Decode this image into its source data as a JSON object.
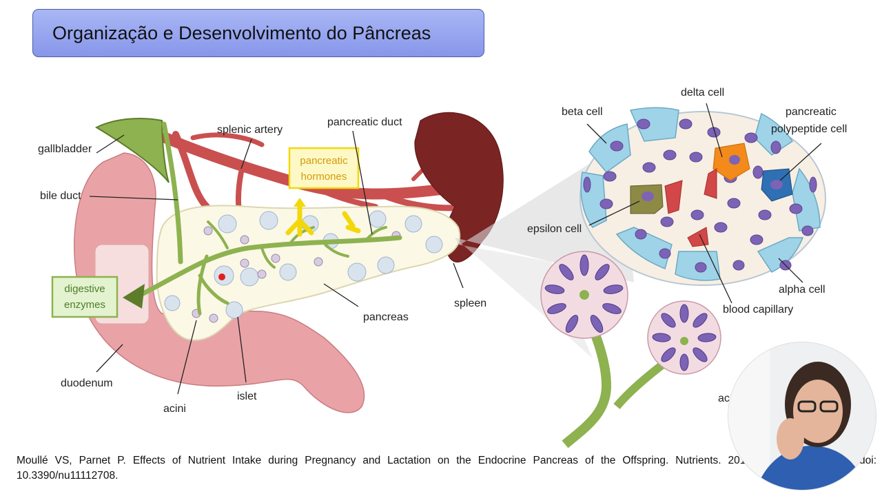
{
  "slide": {
    "title": "Organização e Desenvolvimento do Pâncreas",
    "citation": "Moullé VS, Parnet P. Effects of Nutrient Intake during Pregnancy and Lactation on the Endocrine Pancreas of the Offspring. Nutrients. 2019 Nov 8;11(11):2708. doi: 10.3390/nu11112708."
  },
  "diagram": {
    "labels": {
      "gallbladder": "gallbladder",
      "bile_duct": "bile duct",
      "splenic_artery": "splenic artery",
      "pancreatic_duct": "pancreatic duct",
      "pancreatic_hormones_line1": "pancreatic",
      "pancreatic_hormones_line2": "hormones",
      "digestive_enzymes_line1": "digestive",
      "digestive_enzymes_line2": "enzymes",
      "pancreas": "pancreas",
      "spleen": "spleen",
      "duodenum": "duodenum",
      "acini": "acini",
      "islet": "islet",
      "beta_cell": "beta cell",
      "delta_cell": "delta cell",
      "pancreatic_polypeptide_line1": "pancreatic",
      "pancreatic_polypeptide_line2": "polypeptide cell",
      "epsilon_cell": "epsilon cell",
      "alpha_cell": "alpha cell",
      "blood_capillary": "blood capillary",
      "acini_partial": "ac"
    },
    "colors": {
      "duodenum": "#e9a3a6",
      "artery": "#c9504f",
      "duct": "#8db24f",
      "pancreas": "#fbf8e6",
      "spleen": "#7b2424",
      "hormone_arrow": "#f2d80a",
      "alpha_cell": "#9fd3e8",
      "beta_cell": "#f7efe3",
      "delta_cell": "#f28a1c",
      "pp_cell": "#2f6fb3",
      "epsilon_cell": "#8d8a45",
      "nucleus": "#7d63b5",
      "capillary": "#d24747"
    }
  }
}
